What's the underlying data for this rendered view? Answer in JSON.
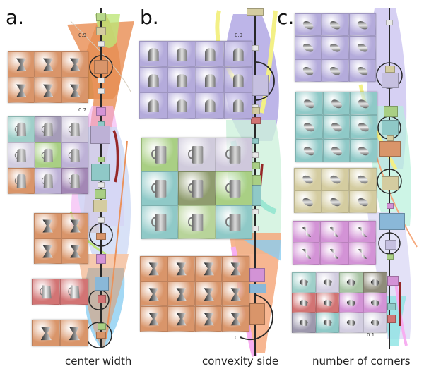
{
  "figure": {
    "panels": [
      {
        "letter": "a.",
        "caption": "center width",
        "axis_labels": [
          "0.9",
          "0.7"
        ],
        "clusters": [
          {
            "name": "cluster-1",
            "rows": 2,
            "cols": 3,
            "shape": "hourglass",
            "colors": [
              "#d9956a",
              "#d9956a",
              "#d9956a",
              "#d9956a",
              "#d9956a",
              "#d9956a"
            ]
          },
          {
            "name": "cluster-2",
            "rows": 3,
            "cols": 3,
            "shape": "mixed-mug",
            "colors": [
              "#9fcfc9",
              "#a59cb8",
              "#cfc8dc",
              "#d2cde0",
              "#a9cf84",
              "#bdb1d6",
              "#d9956a",
              "#bdb1d6",
              "#a387b5"
            ]
          },
          {
            "name": "cluster-3",
            "rows": 2,
            "cols": 2,
            "shape": "hourglass",
            "colors": [
              "#d9956a",
              "#d9956a",
              "#d9956a",
              "#d9956a"
            ]
          },
          {
            "name": "cluster-4",
            "rows": 1,
            "cols": 2,
            "shape": "jug",
            "colors": [
              "#d27474",
              "#d27474"
            ]
          },
          {
            "name": "cluster-5",
            "rows": 1,
            "cols": 2,
            "shape": "hourglass",
            "colors": [
              "#d9956a",
              "#d9956a"
            ]
          }
        ]
      },
      {
        "letter": "b.",
        "caption": "convexity side",
        "axis_labels": [
          "0.9",
          "0.1"
        ],
        "clusters": [
          {
            "name": "cluster-1",
            "rows": 3,
            "cols": 4,
            "shape": "dome",
            "colors": [
              "#b4abdb",
              "#b4abdb",
              "#b4abdb",
              "#b4abdb",
              "#b4abdb",
              "#b4abdb",
              "#b4abdb",
              "#b4abdb",
              "#b4abdb",
              "#b4abdb",
              "#b4abdb",
              "#b4abdb"
            ]
          },
          {
            "name": "cluster-2",
            "rows": 3,
            "cols": 3,
            "shape": "mug",
            "colors": [
              "#a9cf84",
              "#d0cbdc",
              "#cfc8dc",
              "#8fc9c7",
              "#8f9c6e",
              "#a9cf84",
              "#8fc9c7",
              "#b8d49a",
              "#8fc9c7"
            ]
          },
          {
            "name": "cluster-3",
            "rows": 3,
            "cols": 4,
            "shape": "hourglass",
            "colors": [
              "#d9956a",
              "#d9956a",
              "#d9956a",
              "#d9956a",
              "#d9956a",
              "#d9956a",
              "#d9956a",
              "#d9956a",
              "#d9956a",
              "#d9956a",
              "#d9956a",
              "#d9956a"
            ]
          }
        ]
      },
      {
        "letter": "c.",
        "caption": "number of corners",
        "axis_labels": [
          "0.1"
        ],
        "clusters": [
          {
            "name": "cluster-1",
            "rows": 3,
            "cols": 3,
            "shape": "blob",
            "colors": [
              "#b4abdb",
              "#b4abdb",
              "#b4abdb",
              "#b4abdb",
              "#b4abdb",
              "#b4abdb",
              "#b4abdb",
              "#b4abdb",
              "#b4abdb"
            ]
          },
          {
            "name": "cluster-2",
            "rows": 3,
            "cols": 3,
            "shape": "blob",
            "colors": [
              "#8fc9c7",
              "#8fc9c7",
              "#8fc9c7",
              "#8fc9c7",
              "#8fc9c7",
              "#8fc9c7",
              "#8fc9c7",
              "#8fc9c7",
              "#8fc9c7"
            ]
          },
          {
            "name": "cluster-3",
            "rows": 2,
            "cols": 3,
            "shape": "blob",
            "colors": [
              "#d4cca0",
              "#d4cca0",
              "#d4cca0",
              "#d4cca0",
              "#d4cca0",
              "#d4cca0"
            ]
          },
          {
            "name": "cluster-4",
            "rows": 2,
            "cols": 3,
            "shape": "twist",
            "colors": [
              "#d393d6",
              "#d393d6",
              "#d393d6",
              "#d393d6",
              "#d393d6",
              "#d393d6"
            ]
          },
          {
            "name": "cluster-5",
            "rows": 3,
            "cols": 4,
            "shape": "mixed-blob",
            "colors": [
              "#9fcfc9",
              "#d2cde0",
              "#a8c4a4",
              "#8f8c7a",
              "#d27474",
              "#d27474",
              "#d393d6",
              "#d393d6",
              "#9d98ad",
              "#8fc9c7",
              "#d2cde0",
              "#d2cde0"
            ]
          }
        ]
      }
    ]
  }
}
